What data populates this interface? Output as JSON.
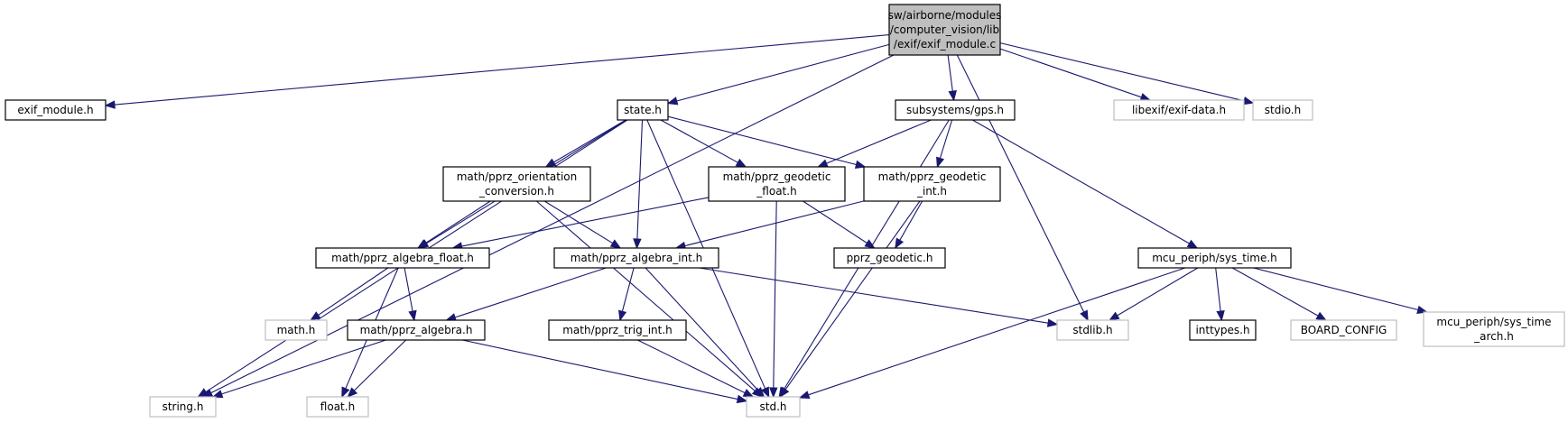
{
  "graph": {
    "nodes": [
      {
        "id": "exif_c",
        "lines": [
          "sw/airborne/modules",
          "/computer_vision/lib",
          "/exif/exif_module.c"
        ],
        "style": "root"
      },
      {
        "id": "exif_h",
        "lines": [
          "exif_module.h"
        ],
        "style": "normal"
      },
      {
        "id": "state_h",
        "lines": [
          "state.h"
        ],
        "style": "normal"
      },
      {
        "id": "gps_h",
        "lines": [
          "subsystems/gps.h"
        ],
        "style": "normal"
      },
      {
        "id": "libexif",
        "lines": [
          "libexif/exif-data.h"
        ],
        "style": "external"
      },
      {
        "id": "stdio_h",
        "lines": [
          "stdio.h"
        ],
        "style": "external"
      },
      {
        "id": "orient",
        "lines": [
          "math/pprz_orientation",
          "_conversion.h"
        ],
        "style": "normal"
      },
      {
        "id": "geo_float",
        "lines": [
          "math/pprz_geodetic",
          "_float.h"
        ],
        "style": "normal"
      },
      {
        "id": "geo_int",
        "lines": [
          "math/pprz_geodetic",
          "_int.h"
        ],
        "style": "normal"
      },
      {
        "id": "alg_float",
        "lines": [
          "math/pprz_algebra_float.h"
        ],
        "style": "normal"
      },
      {
        "id": "alg_int",
        "lines": [
          "math/pprz_algebra_int.h"
        ],
        "style": "normal"
      },
      {
        "id": "pprz_geo",
        "lines": [
          "pprz_geodetic.h"
        ],
        "style": "normal"
      },
      {
        "id": "sys_time",
        "lines": [
          "mcu_periph/sys_time.h"
        ],
        "style": "normal"
      },
      {
        "id": "math_h",
        "lines": [
          "math.h"
        ],
        "style": "external"
      },
      {
        "id": "alg",
        "lines": [
          "math/pprz_algebra.h"
        ],
        "style": "normal"
      },
      {
        "id": "trig",
        "lines": [
          "math/pprz_trig_int.h"
        ],
        "style": "normal"
      },
      {
        "id": "stdlib_h",
        "lines": [
          "stdlib.h"
        ],
        "style": "external"
      },
      {
        "id": "inttypes",
        "lines": [
          "inttypes.h"
        ],
        "style": "normal"
      },
      {
        "id": "board",
        "lines": [
          "BOARD_CONFIG"
        ],
        "style": "external"
      },
      {
        "id": "sys_arch",
        "lines": [
          "mcu_periph/sys_time",
          "_arch.h"
        ],
        "style": "external"
      },
      {
        "id": "string_h",
        "lines": [
          "string.h"
        ],
        "style": "external"
      },
      {
        "id": "float_h",
        "lines": [
          "float.h"
        ],
        "style": "external"
      },
      {
        "id": "std_h",
        "lines": [
          "std.h"
        ],
        "style": "external"
      }
    ],
    "edges": [
      [
        "exif_c",
        "exif_h"
      ],
      [
        "exif_c",
        "state_h"
      ],
      [
        "exif_c",
        "gps_h"
      ],
      [
        "exif_c",
        "libexif"
      ],
      [
        "exif_c",
        "stdio_h"
      ],
      [
        "exif_c",
        "string_h"
      ],
      [
        "exif_c",
        "stdlib_h"
      ],
      [
        "state_h",
        "orient"
      ],
      [
        "state_h",
        "geo_float"
      ],
      [
        "state_h",
        "geo_int"
      ],
      [
        "state_h",
        "alg_float"
      ],
      [
        "state_h",
        "alg_int"
      ],
      [
        "state_h",
        "string_h"
      ],
      [
        "state_h",
        "std_h"
      ],
      [
        "gps_h",
        "geo_float"
      ],
      [
        "gps_h",
        "geo_int"
      ],
      [
        "gps_h",
        "sys_time"
      ],
      [
        "gps_h",
        "std_h"
      ],
      [
        "orient",
        "alg_float"
      ],
      [
        "orient",
        "alg_int"
      ],
      [
        "orient",
        "std_h"
      ],
      [
        "geo_float",
        "alg_float"
      ],
      [
        "geo_float",
        "pprz_geo"
      ],
      [
        "geo_float",
        "std_h"
      ],
      [
        "geo_int",
        "alg_int"
      ],
      [
        "geo_int",
        "pprz_geo"
      ],
      [
        "geo_int",
        "std_h"
      ],
      [
        "alg_float",
        "math_h"
      ],
      [
        "alg_float",
        "alg"
      ],
      [
        "alg_float",
        "float_h"
      ],
      [
        "alg_int",
        "alg"
      ],
      [
        "alg_int",
        "trig"
      ],
      [
        "alg_int",
        "stdlib_h"
      ],
      [
        "alg_int",
        "std_h"
      ],
      [
        "alg",
        "string_h"
      ],
      [
        "alg",
        "float_h"
      ],
      [
        "alg",
        "std_h"
      ],
      [
        "trig",
        "std_h"
      ],
      [
        "sys_time",
        "stdlib_h"
      ],
      [
        "sys_time",
        "inttypes"
      ],
      [
        "sys_time",
        "board"
      ],
      [
        "sys_time",
        "sys_arch"
      ],
      [
        "sys_time",
        "std_h"
      ]
    ],
    "colors": {
      "edge": "#191970",
      "root_fill": "#bfbfbf",
      "normal_border": "#000000",
      "external_border": "#bfbfbf"
    }
  }
}
